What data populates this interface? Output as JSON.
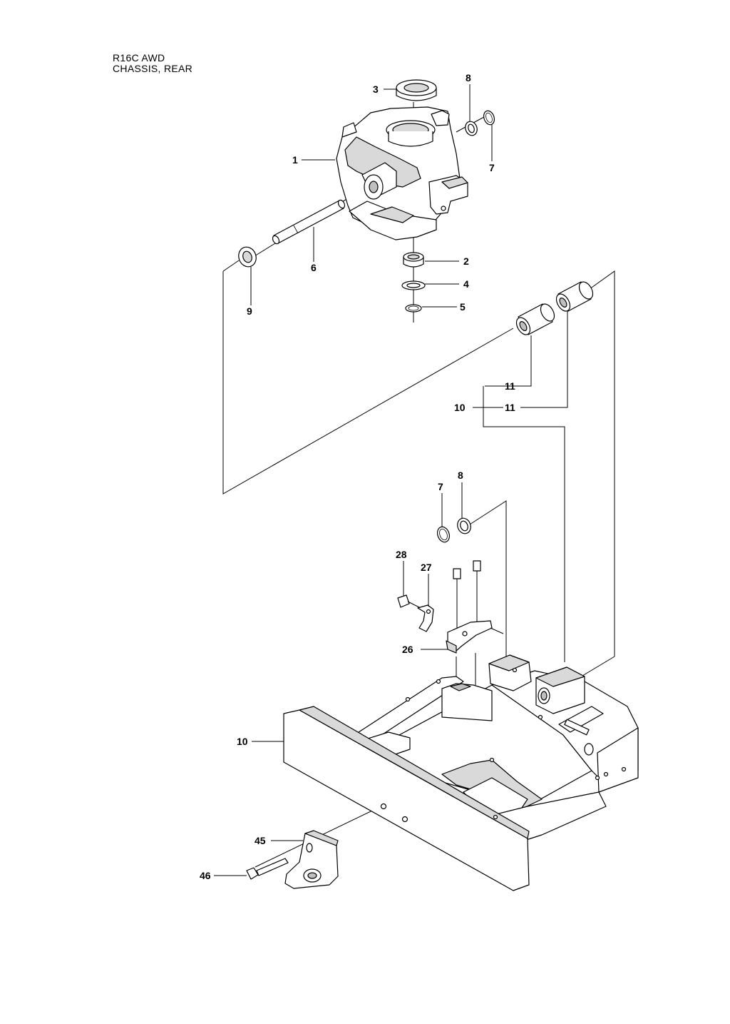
{
  "header": {
    "model": "R16C AWD",
    "section": "CHASSIS, REAR"
  },
  "callouts": {
    "c1": "1",
    "c2": "2",
    "c3": "3",
    "c4": "4",
    "c5": "5",
    "c6": "6",
    "c7a": "7",
    "c7b": "7",
    "c8a": "8",
    "c8b": "8",
    "c9": "9",
    "c10a": "10",
    "c10b": "10",
    "c11a": "11",
    "c11b": "11",
    "c26": "26",
    "c27": "27",
    "c28": "28",
    "c45": "45",
    "c46": "46"
  }
}
